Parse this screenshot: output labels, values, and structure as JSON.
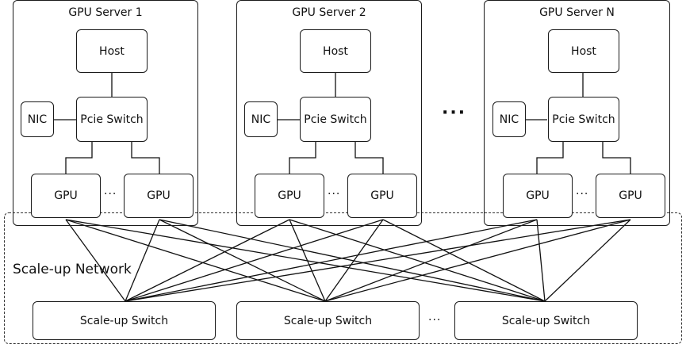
{
  "servers": [
    {
      "title": "GPU Server 1",
      "host": "Host",
      "nic": "NIC",
      "pcie": "Pcie Switch",
      "gpu_a": "GPU",
      "gpu_b": "GPU",
      "gpu_ellipsis": "···"
    },
    {
      "title": "GPU Server 2",
      "host": "Host",
      "nic": "NIC",
      "pcie": "Pcie Switch",
      "gpu_a": "GPU",
      "gpu_b": "GPU",
      "gpu_ellipsis": "···"
    },
    {
      "title": "GPU Server N",
      "host": "Host",
      "nic": "NIC",
      "pcie": "Pcie Switch",
      "gpu_a": "GPU",
      "gpu_b": "GPU",
      "gpu_ellipsis": "···"
    }
  ],
  "server_ellipsis": "···",
  "scale_up_network": {
    "label": "Scale-up Network"
  },
  "switches": [
    "Scale-up Switch",
    "Scale-up Switch",
    "Scale-up Switch"
  ],
  "switch_ellipsis": "···"
}
